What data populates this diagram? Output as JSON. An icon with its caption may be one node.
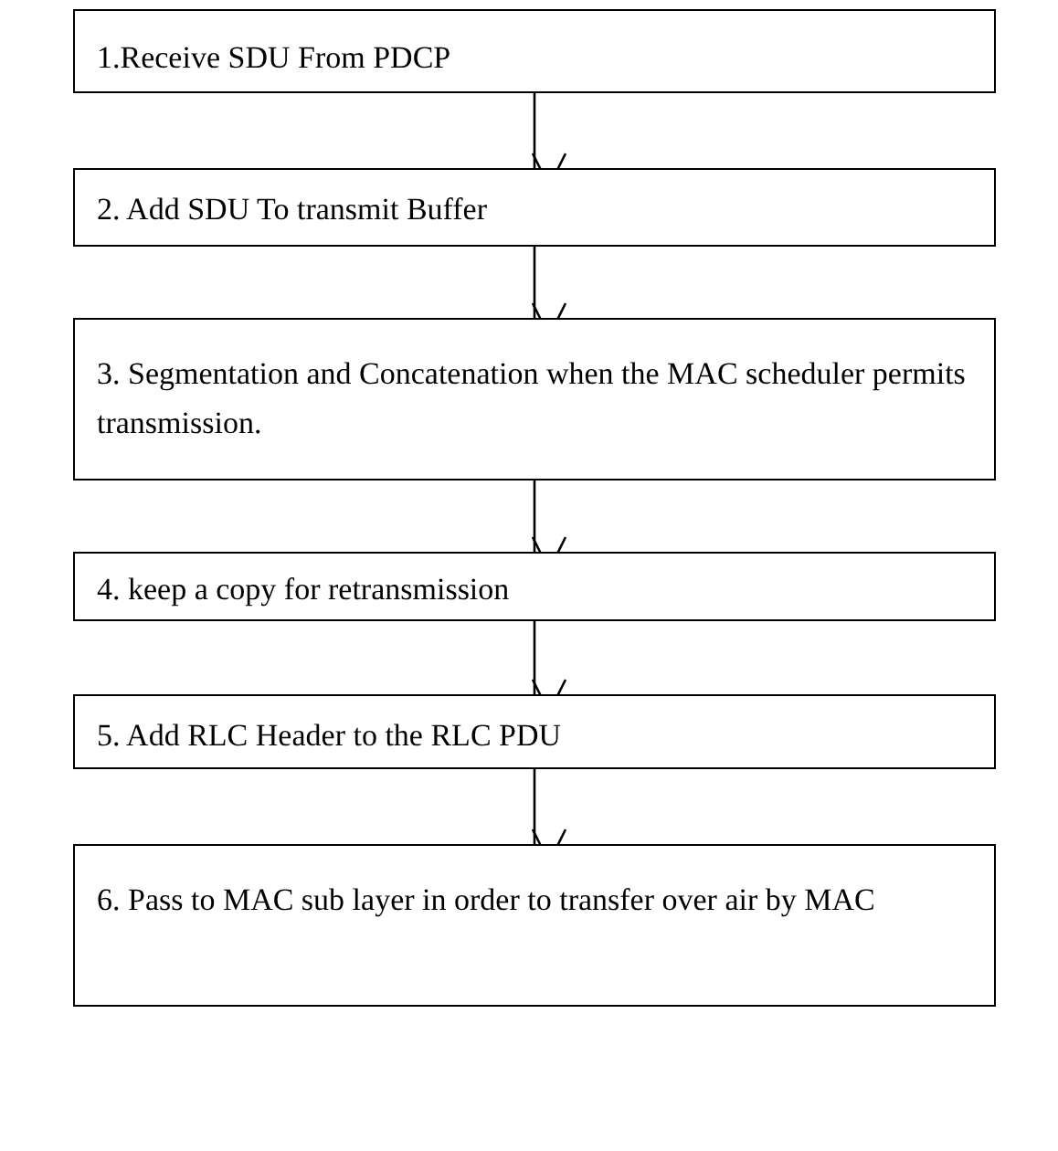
{
  "diagram": {
    "nodes": [
      {
        "text": [
          "1.Receive SDU From PDCP"
        ]
      },
      {
        "text": [
          "2. Add SDU To transmit Buffer"
        ]
      },
      {
        "text": [
          "3. Segmentation and Concatenation when the MAC scheduler permits transmission."
        ]
      },
      {
        "text": [
          "4. keep a copy for retransmission"
        ]
      },
      {
        "text": [
          "5. Add RLC Header to the RLC PDU"
        ]
      },
      {
        "text": [
          "6. Pass to MAC sub layer in order to transfer over air by MAC"
        ]
      }
    ],
    "edges": [
      {
        "from": 0,
        "to": 1,
        "arrow": "to"
      },
      {
        "from": 1,
        "to": 2,
        "arrow": "to"
      },
      {
        "from": 2,
        "to": 3,
        "arrow": "to"
      },
      {
        "from": 3,
        "to": 4,
        "arrow": "to"
      },
      {
        "from": 4,
        "to": 5,
        "arrow": "to"
      }
    ]
  }
}
